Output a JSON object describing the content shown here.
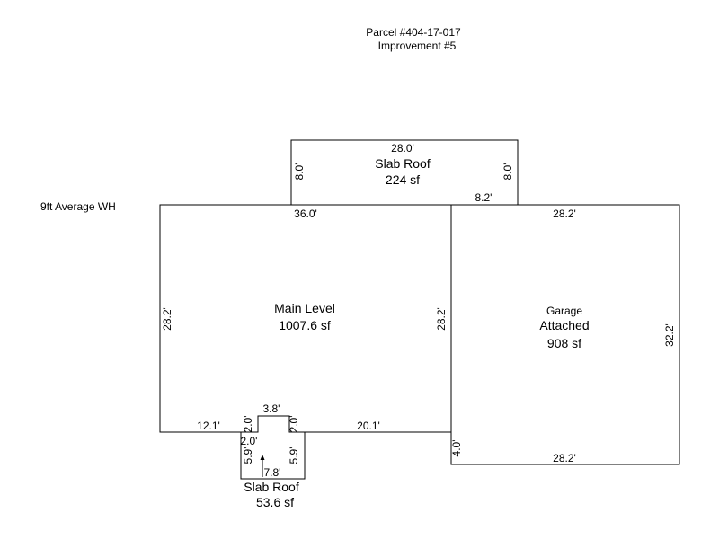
{
  "header": {
    "parcel": "Parcel #404-17-017",
    "improvement": "Improvement #5"
  },
  "note": "9ft Average WH",
  "areas": {
    "slab_roof_top": {
      "name": "Slab Roof",
      "area": "224 sf"
    },
    "main_level": {
      "name": "Main Level",
      "area": "1007.6 sf"
    },
    "garage": {
      "name": "Garage",
      "type": "Attached",
      "area": "908 sf"
    },
    "slab_roof_bottom": {
      "name": "Slab Roof",
      "area": "53.6 sf"
    }
  },
  "dimensions": {
    "slab_top_width": "28.0'",
    "slab_top_left": "8.0'",
    "slab_top_right": "8.0'",
    "slab_top_offset": "8.2'",
    "main_top": "36.0'",
    "main_left": "28.2'",
    "main_right": "28.2'",
    "main_bottom_left": "12.1'",
    "main_bottom_right": "20.1'",
    "notch_width": "3.8'",
    "notch_left": "2.0'",
    "notch_right": "2.0'",
    "notch_bottom": "2.0'",
    "garage_top": "28.2'",
    "garage_right": "32.2'",
    "garage_bottom": "28.2'",
    "garage_left_ext": "4.0'",
    "slab_bottom_left": "5.9'",
    "slab_bottom_right": "5.9'",
    "slab_bottom_width": "7.8'"
  }
}
